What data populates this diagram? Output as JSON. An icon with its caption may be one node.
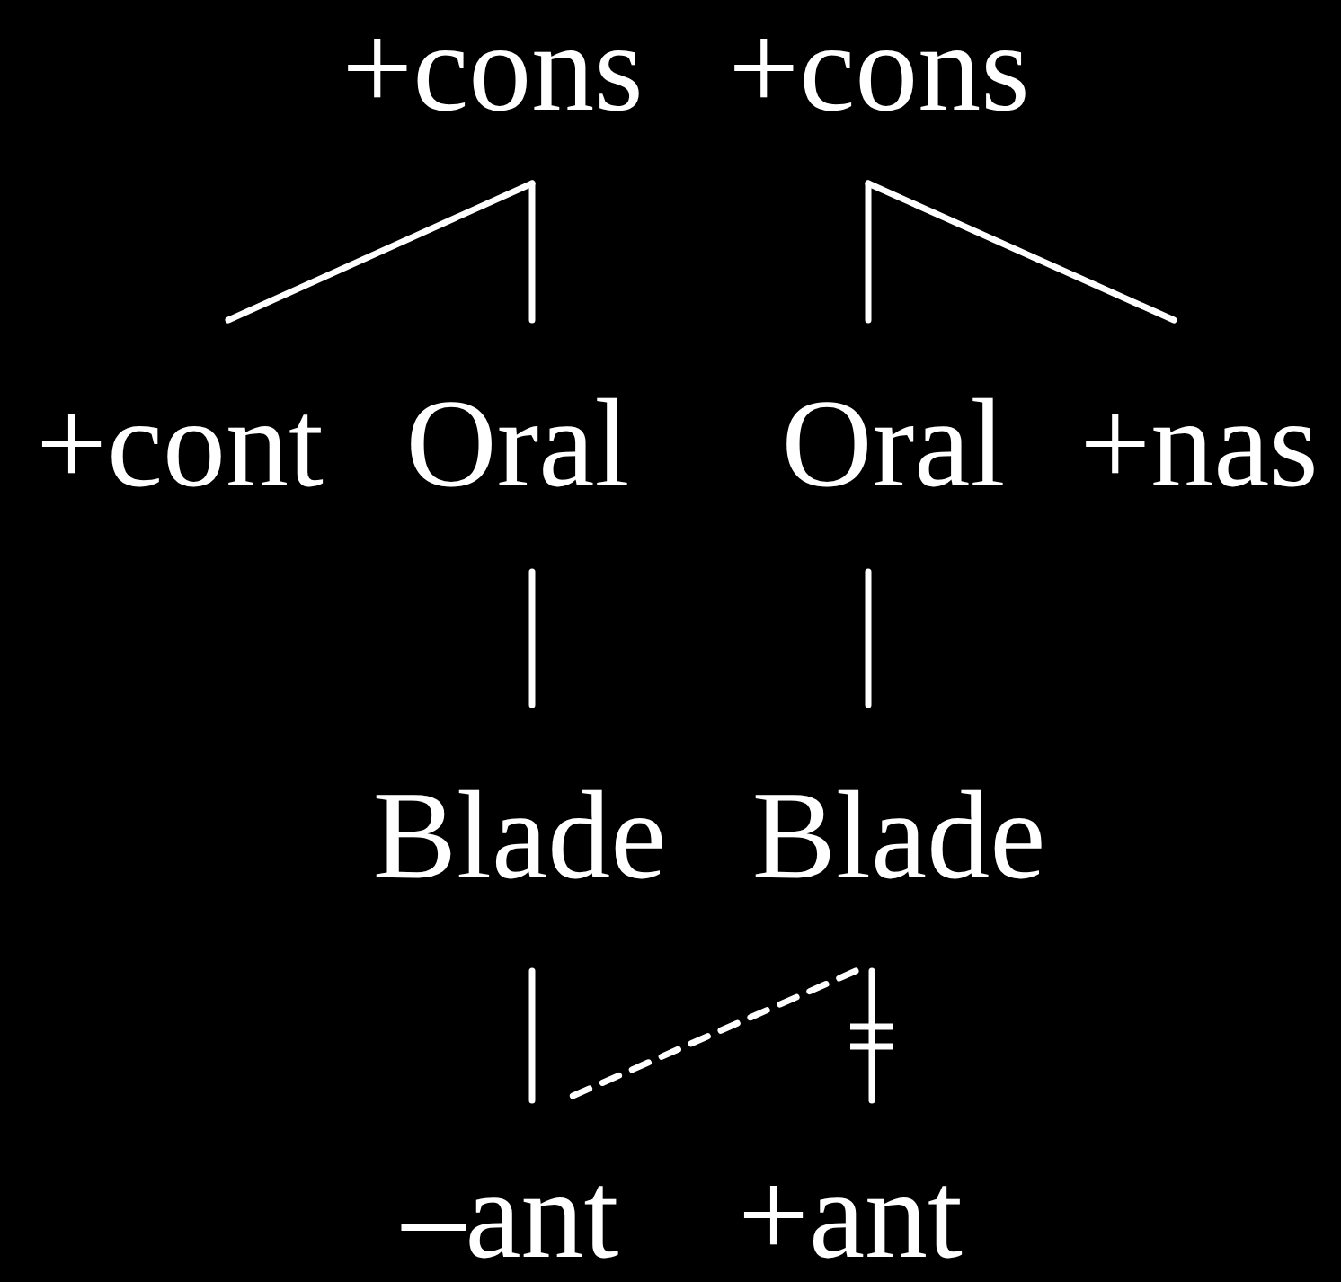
{
  "diagram": {
    "nodes": [
      {
        "text": [
          "+cons"
        ]
      },
      {
        "text": [
          "+cons"
        ]
      },
      {
        "text": [
          "+cont"
        ]
      },
      {
        "text": [
          "Oral"
        ]
      },
      {
        "text": [
          "Oral"
        ]
      },
      {
        "text": [
          "+nas"
        ]
      },
      {
        "text": [
          "Blade"
        ]
      },
      {
        "text": [
          "Blade"
        ]
      },
      {
        "text": [
          "–ant"
        ]
      },
      {
        "text": [
          "+ant"
        ]
      }
    ],
    "edges": [
      {
        "from": 0,
        "to": 2,
        "arrow": "none"
      },
      {
        "from": 0,
        "to": 3,
        "arrow": "none"
      },
      {
        "from": 1,
        "to": 4,
        "arrow": "none"
      },
      {
        "from": 1,
        "to": 5,
        "arrow": "none"
      },
      {
        "from": 3,
        "to": 6,
        "arrow": "none"
      },
      {
        "from": 4,
        "to": 7,
        "arrow": "none"
      },
      {
        "from": 6,
        "to": 8,
        "arrow": "none"
      },
      {
        "from": 7,
        "to": 9,
        "arrow": "none"
      },
      {
        "from": 7,
        "to": 8,
        "arrow": "none",
        "style": "dashed"
      }
    ]
  }
}
